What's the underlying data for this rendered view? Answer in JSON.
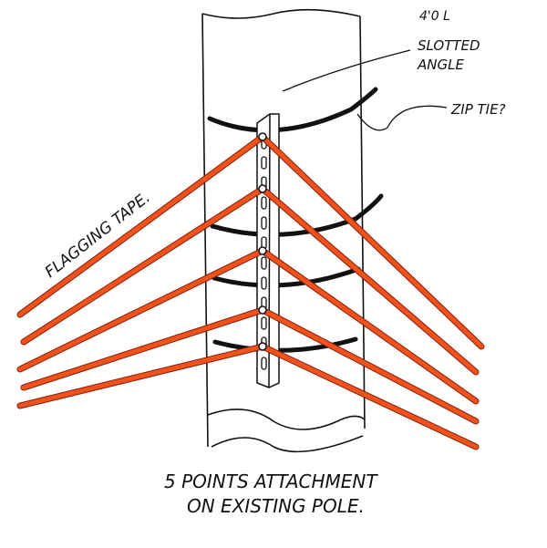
{
  "labels": {
    "angle_size": "4'0 L",
    "slotted_angle": [
      "SLOTTED",
      "ANGLE"
    ],
    "zip_tie": "ZIP TIE?",
    "flagging_tape": "FLAGGING TAPE.",
    "caption": [
      "5 POINTS ATTACHMENT",
      "ON EXISTING POLE."
    ]
  },
  "colors": {
    "tape": "#f0521e",
    "tape_edge": "#8a1e05",
    "ink": "#111111"
  },
  "attachment_points": 5
}
